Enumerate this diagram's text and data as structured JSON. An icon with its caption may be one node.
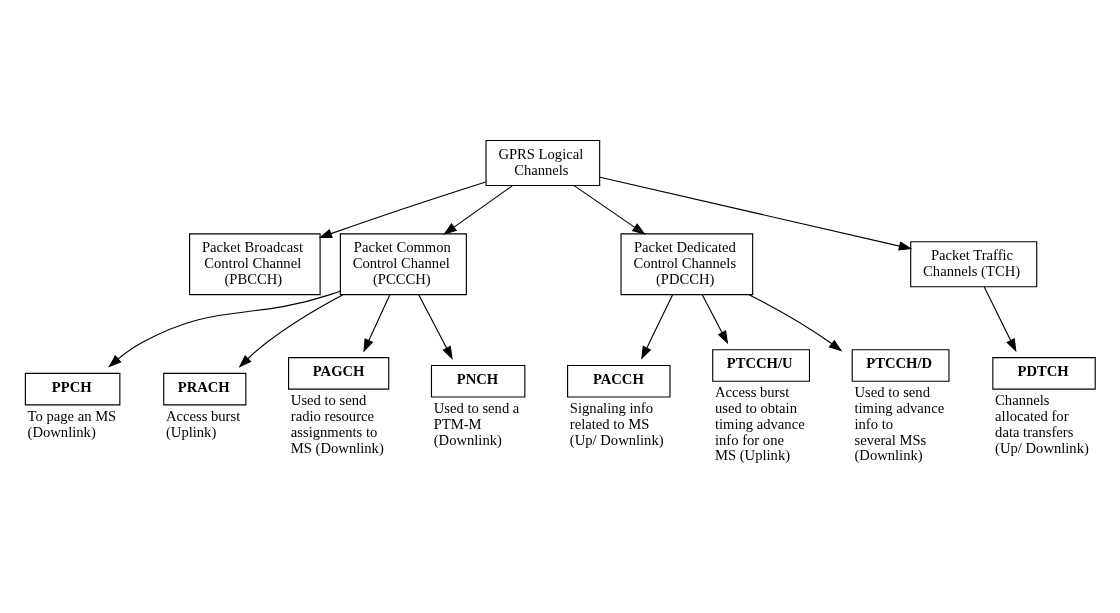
{
  "diagram": {
    "nodes": [
      {
        "text": [
          "GPRS Logical Channels"
        ]
      },
      {
        "text": [
          "Packet Broadcast Control Channel (PBCCH)"
        ]
      },
      {
        "text": [
          "Packet Common Control Channel (PCCCH)"
        ]
      },
      {
        "text": [
          "Packet Dedicated Control Channels (PDCCH)"
        ]
      },
      {
        "text": [
          "Packet Traffic Channels (TCH)"
        ]
      },
      {
        "text": [
          "PPCH"
        ],
        "beside": [
          "To page an MS (Downlink)"
        ]
      },
      {
        "text": [
          "PRACH"
        ],
        "beside": [
          "Access burst (Uplink)"
        ]
      },
      {
        "text": [
          "PAGCH"
        ],
        "beside": [
          "Used to send radio resource assignments to MS (Downlink)"
        ]
      },
      {
        "text": [
          "PNCH"
        ],
        "beside": [
          "Used to send a PTM-M (Downlink)"
        ]
      },
      {
        "text": [
          "PACCH"
        ],
        "beside": [
          "Signaling info related to MS (Up/ Downlink)"
        ]
      },
      {
        "text": [
          "PTCCH/U"
        ],
        "beside": [
          "Access burst used to obtain timing advance info for one MS (Uplink)"
        ]
      },
      {
        "text": [
          "PTCCH/D"
        ],
        "beside": [
          "Used to send timing advance info to several MSs (Downlink)"
        ]
      },
      {
        "text": [
          "PDTCH"
        ],
        "beside": [
          "Channels allocated for data transfers (Up/ Downlink)"
        ]
      }
    ],
    "edges": [
      {
        "from": 0,
        "to": 1,
        "arrow": "to"
      },
      {
        "from": 0,
        "to": 2,
        "arrow": "to"
      },
      {
        "from": 0,
        "to": 3,
        "arrow": "to"
      },
      {
        "from": 0,
        "to": 4,
        "arrow": "to"
      },
      {
        "from": 2,
        "to": 5,
        "arrow": "to"
      },
      {
        "from": 2,
        "to": 6,
        "arrow": "to"
      },
      {
        "from": 2,
        "to": 7,
        "arrow": "to"
      },
      {
        "from": 2,
        "to": 8,
        "arrow": "to"
      },
      {
        "from": 3,
        "to": 9,
        "arrow": "to"
      },
      {
        "from": 3,
        "to": 10,
        "arrow": "to"
      },
      {
        "from": 3,
        "to": 11,
        "arrow": "to"
      },
      {
        "from": 4,
        "to": 12,
        "arrow": "to"
      }
    ]
  }
}
